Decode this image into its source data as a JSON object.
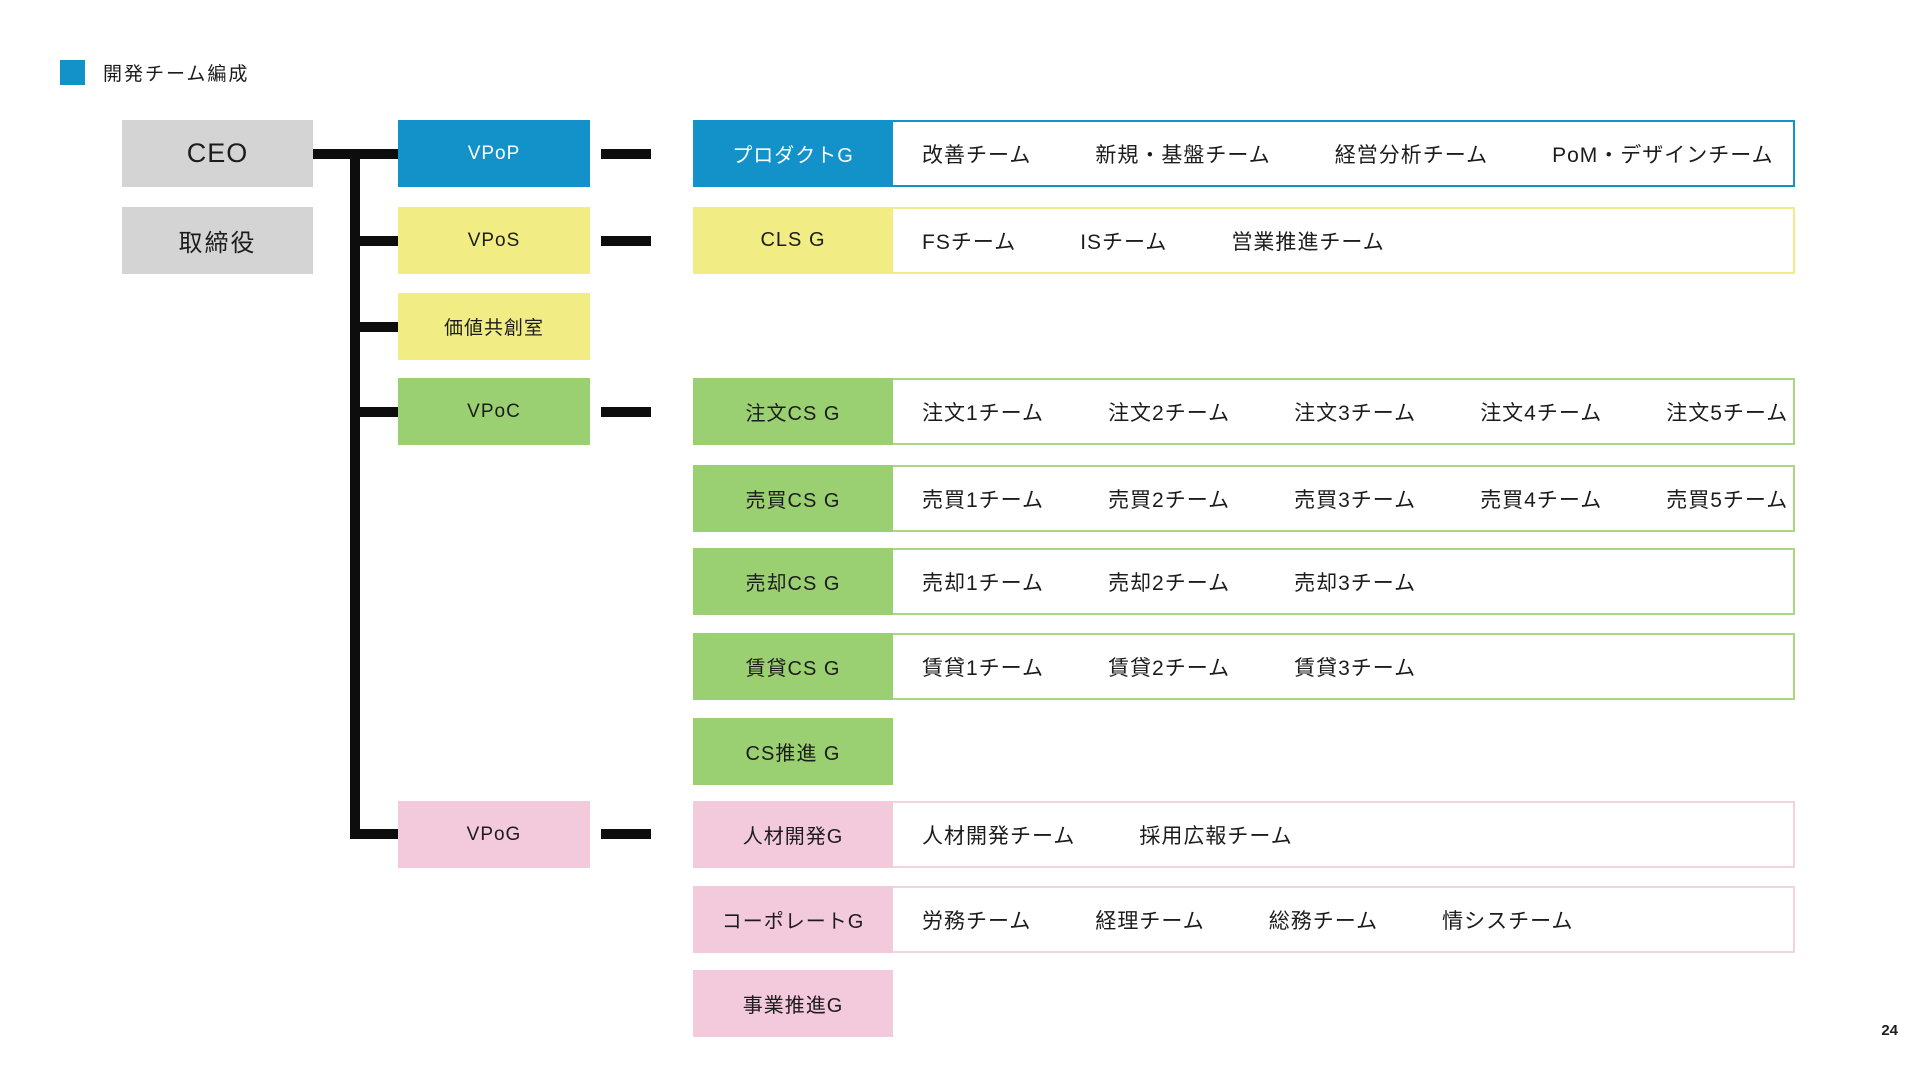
{
  "title": {
    "text": "開発チーム編成"
  },
  "colors": {
    "accent_blue": "#1392c9",
    "yellow": "#f1ed84",
    "green": "#9ad072",
    "pink": "#f3c9dc",
    "gray": "#d4d4d4",
    "connector": "#0d0d0d"
  },
  "left_column": {
    "ceo": "CEO",
    "director": "取締役"
  },
  "vp_column": {
    "vpop": "VPoP",
    "vpos": "VPoS",
    "value_cocreation": "価値共創室",
    "vpoc": "VPoC",
    "vpog": "VPoG"
  },
  "rows": [
    {
      "label": "プロダクトG",
      "teams": [
        "改善チーム",
        "新規・基盤チーム",
        "経営分析チーム",
        "PoM・デザインチーム"
      ]
    },
    {
      "label": "CLS G",
      "teams": [
        "FSチーム",
        "ISチーム",
        "営業推進チーム"
      ]
    },
    {
      "label": "注文CS G",
      "teams": [
        "注文1チーム",
        "注文2チーム",
        "注文3チーム",
        "注文4チーム",
        "注文5チーム"
      ]
    },
    {
      "label": "売買CS G",
      "teams": [
        "売買1チーム",
        "売買2チーム",
        "売買3チーム",
        "売買4チーム",
        "売買5チーム"
      ]
    },
    {
      "label": "売却CS G",
      "teams": [
        "売却1チーム",
        "売却2チーム",
        "売却3チーム"
      ]
    },
    {
      "label": "賃貸CS G",
      "teams": [
        "賃貸1チーム",
        "賃貸2チーム",
        "賃貸3チーム"
      ]
    },
    {
      "label": "CS推進 G",
      "teams": []
    },
    {
      "label": "人材開発G",
      "teams": [
        "人材開発チーム",
        "採用広報チーム"
      ]
    },
    {
      "label": "コーポレートG",
      "teams": [
        "労務チーム",
        "経理チーム",
        "総務チーム",
        "情シスチーム"
      ]
    },
    {
      "label": "事業推進G",
      "teams": []
    }
  ],
  "page": {
    "number": "24"
  }
}
